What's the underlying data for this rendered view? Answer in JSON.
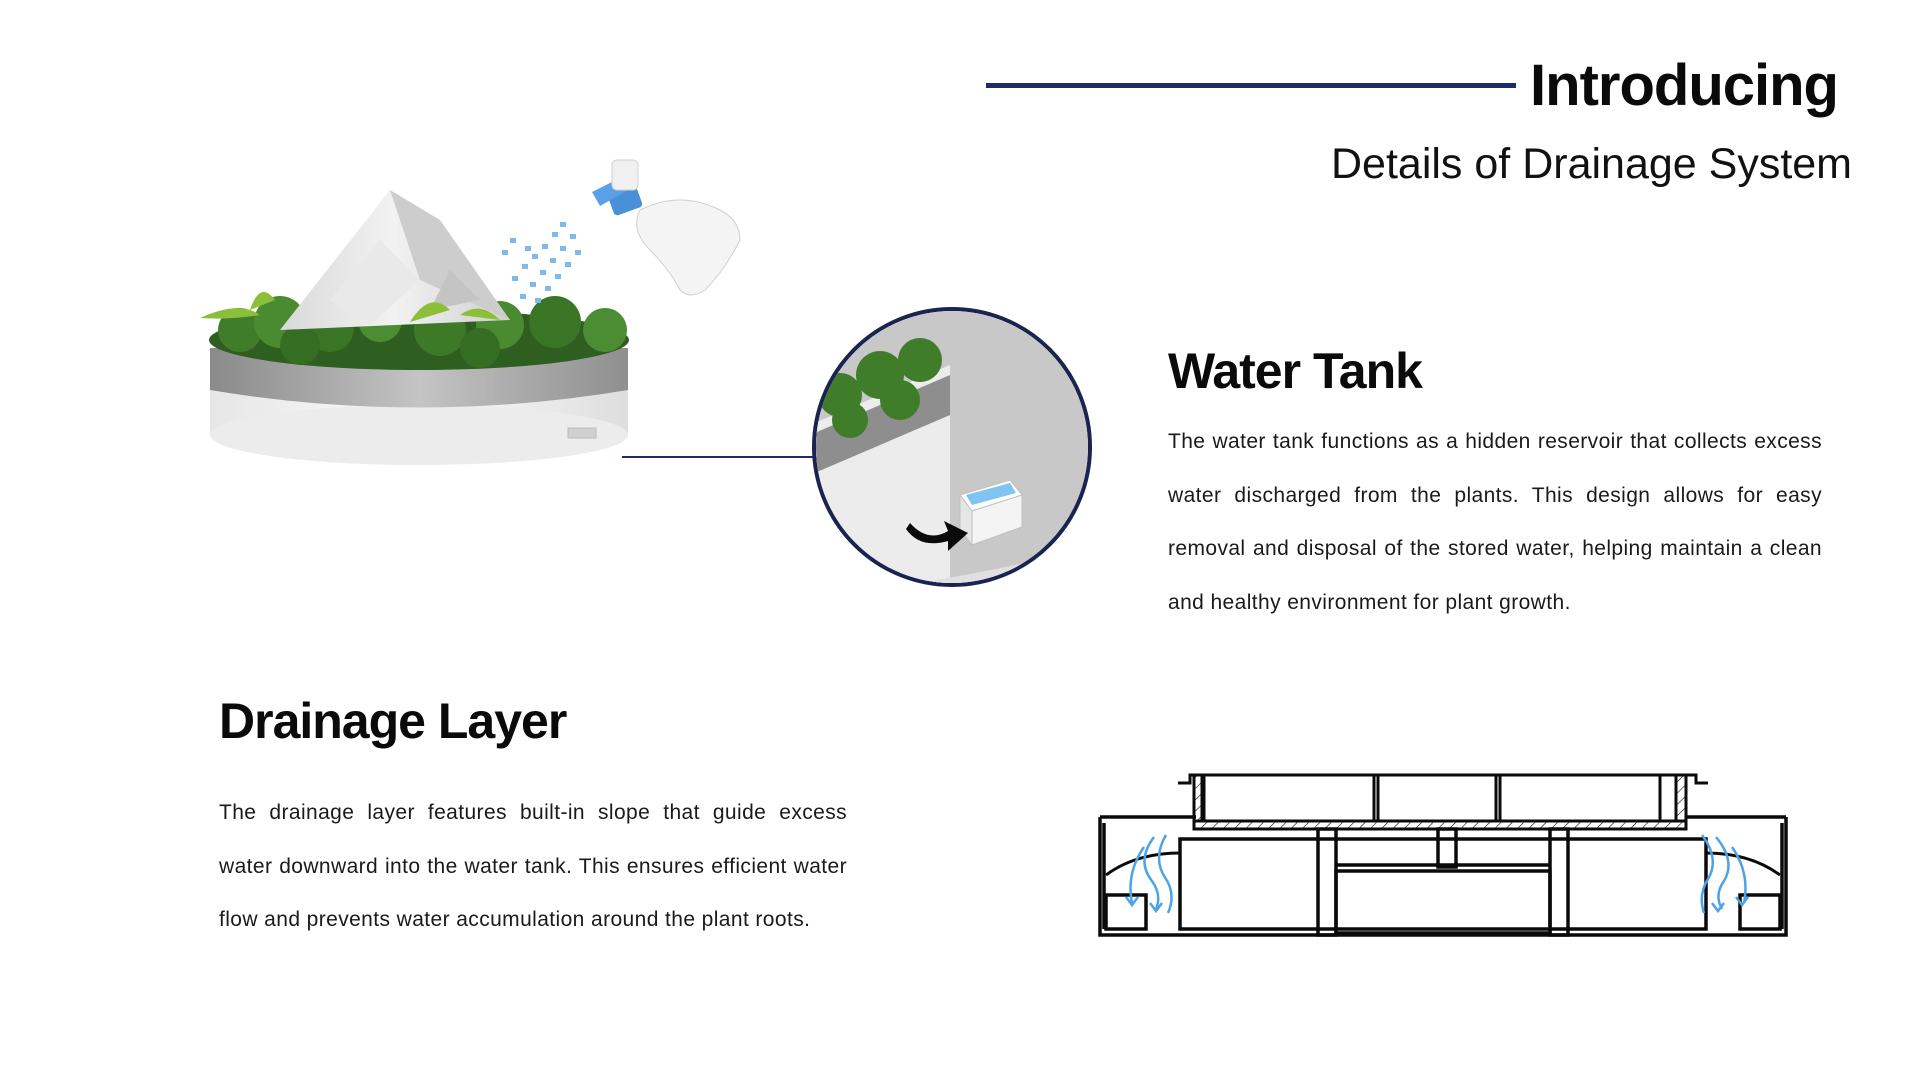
{
  "header": {
    "title": "Introducing",
    "subtitle": "Details of Drainage System"
  },
  "water_tank": {
    "heading": "Water Tank",
    "body": "The water tank functions as a hidden reservoir that collects excess water discharged from the plants. This design allows for easy removal and disposal of the stored water, helping maintain a clean and healthy environment for plant growth."
  },
  "drainage_layer": {
    "heading": "Drainage Layer",
    "body": "The drainage layer features built-in slope that guide excess water downward into the water tank. This ensures efficient water flow and prevents water accumulation around the plant roots."
  },
  "colors": {
    "accent": "#1f2a6b",
    "text": "#111111",
    "water": "#4da3e6",
    "moss": "#3f7d2a"
  },
  "icons": {
    "spray": "spray-bottle-icon",
    "arrow": "curved-arrow-icon",
    "flow": "water-flow-arrows-icon"
  }
}
